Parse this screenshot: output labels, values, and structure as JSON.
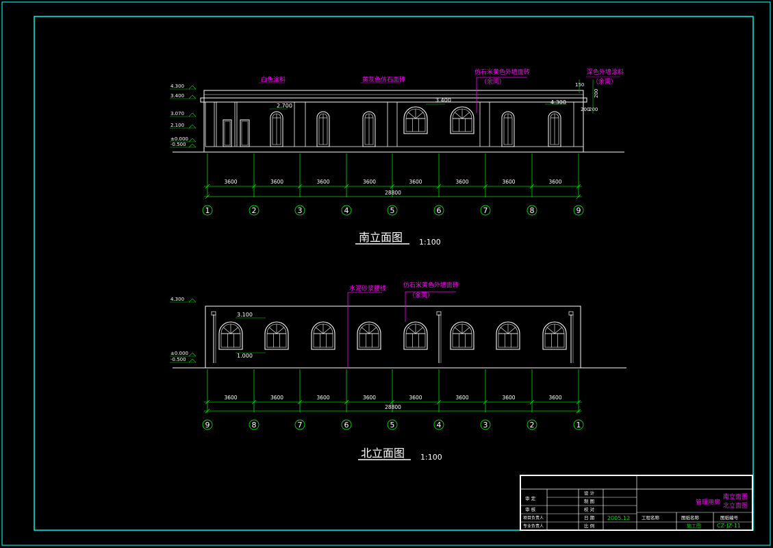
{
  "colors": {
    "background": "#000000",
    "frame": "#00e5e5",
    "line": "#ffffff",
    "grid": "#00dd00",
    "annotation": "#ff00ff",
    "title_text": "#ffffff",
    "level_marker": "#00dd00"
  },
  "south": {
    "title": "南立面图",
    "scale": "1:100",
    "levels": [
      "4.300",
      "3.400",
      "3.070",
      "2.100",
      "±0.000",
      "-0.500"
    ],
    "notes": [
      {
        "text": "白色涂料"
      },
      {
        "text": "黄灰色仿石面砖"
      },
      {
        "text": "仿石米黄色外墙面砖",
        "sub": "（余同）"
      },
      {
        "text": "深色外墙涂料",
        "sub": "（余同）"
      }
    ],
    "dims_inner": [
      "2.700",
      "3.400",
      "4.300",
      "150",
      "200",
      "200",
      "200"
    ],
    "spans": [
      "3600",
      "3600",
      "3600",
      "3600",
      "3600",
      "3600",
      "3600",
      "3600"
    ],
    "total": "28800",
    "axes": [
      "1",
      "2",
      "3",
      "4",
      "5",
      "6",
      "7",
      "8",
      "9"
    ]
  },
  "north": {
    "title": "北立面图",
    "scale": "1:100",
    "levels": [
      "4.300",
      "±0.000",
      "-0.500"
    ],
    "notes": [
      {
        "text": "水泥砂浆腰线"
      },
      {
        "text": "仿石米黄色外墙面砖",
        "sub": "（余同）"
      }
    ],
    "dims_inner": [
      "3.100",
      "1.000"
    ],
    "spans": [
      "3600",
      "3600",
      "3600",
      "3600",
      "3600",
      "3600",
      "3600",
      "3600"
    ],
    "total": "28800",
    "axes": [
      "9",
      "8",
      "7",
      "6",
      "5",
      "4",
      "3",
      "2",
      "1"
    ]
  },
  "title_block": {
    "rows_left": [
      "审 定",
      "审 核",
      "项目负责人",
      "专业负责人"
    ],
    "roles": [
      "设 计",
      "制 图",
      "校 对",
      "日 期",
      "比 例"
    ],
    "date": "2005.12",
    "project_label": "工程名称",
    "drawing_name_label": "图纸名称",
    "drawing_no_label": "图纸编号",
    "phase_label": "施工图",
    "project_name": "管理用房",
    "sheet_titles": [
      "南立面图",
      "北立面图"
    ],
    "drawing_no": "CZ-JZ-11"
  }
}
